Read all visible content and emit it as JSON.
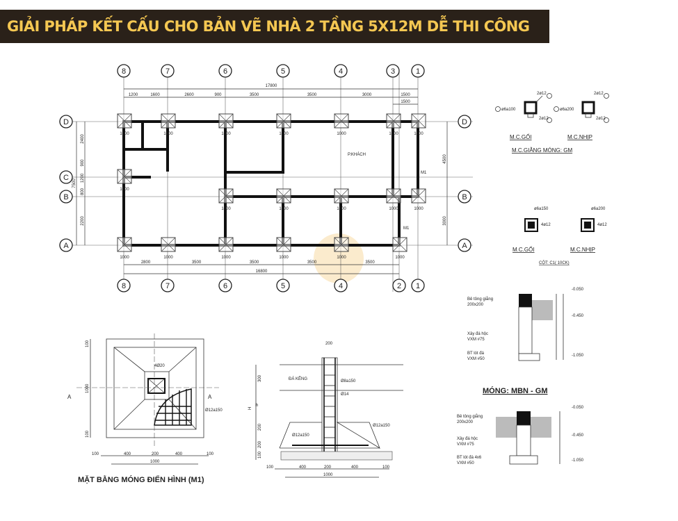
{
  "title": "GIẢI PHÁP KẾT CẤU CHO BẢN VẼ NHÀ 2 TẦNG 5X12M DỄ THI CÔNG",
  "colors": {
    "banner_bg": "#2a2119",
    "banner_text": "#f4c752",
    "watermark": "#f0b64a"
  },
  "plan": {
    "grid_top": [
      "8",
      "7",
      "6",
      "5",
      "4",
      "3",
      "1"
    ],
    "grid_bottom": [
      "8",
      "7",
      "6",
      "5",
      "4",
      "2",
      "1"
    ],
    "rows_left": [
      "D",
      "C",
      "B",
      "A"
    ],
    "rows_right": [
      "D",
      "B",
      "A"
    ],
    "dim_top_total": "17800",
    "dims_top": [
      "1200",
      "1600",
      "2600",
      "900",
      "3500",
      "3500",
      "3000",
      "1500"
    ],
    "dim_top_extra": "1500",
    "dims_bottom": [
      "2800",
      "3500",
      "3500",
      "3500",
      "3500"
    ],
    "dim_bottom_total": "16800",
    "dims_left": [
      "2400",
      "900",
      "1200",
      "800",
      "2200"
    ],
    "dim_left_total": "7500",
    "dims_right": [
      "4500",
      "3000"
    ],
    "room_label": "P.KHÁCH",
    "door_label": "M1",
    "footing_size": "1000"
  },
  "beam_section": {
    "top_bar": "2ø12",
    "bottom_bar": "2ø12",
    "stirrup_support": "ø6a100",
    "stirrup_span": "ø6a200",
    "support_title": "M.C.GỐI",
    "span_title": "M.C.NHỊP",
    "title": "M.C.GIẰNG MÓNG: GM"
  },
  "column_section": {
    "stirrup_support": "ø6a150",
    "stirrup_span": "ø6a200",
    "main_bar": "4ø12",
    "support_title": "M.C.GỐI",
    "span_title": "M.C.NHỊP",
    "title": "CỘT: C1( 10CK)"
  },
  "strip_footing": {
    "beam_label": "Bê tông giằng",
    "beam_size": "200x200",
    "masonry_label": "Xây đá hộc",
    "masonry_mortar": "VXM #75",
    "lean_label": "BT lót đá",
    "lean_label_2": "BT lót đá 4x6",
    "lean_mortar": "VXM #50",
    "elevations": [
      "-0.050",
      "-0.450",
      "-1.050"
    ],
    "title": "MÓNG: MBN - GM"
  },
  "footing_plan": {
    "column_bar": "4Ø20",
    "mesh": "Ø12a150",
    "section_mark": "A",
    "side_dim": "1000",
    "edge_dim": "100",
    "dims": [
      "100",
      "400",
      "200",
      "400",
      "100"
    ],
    "total": "1000",
    "title": "MẶT BẰNG MÓNG ĐIỂN HÌNH (M1)"
  },
  "footing_section": {
    "column_width": "200",
    "fill_label": "ĐÁ KÊNG",
    "stirrup": "Ø8a150",
    "bar": "Ø14",
    "mesh_left": "Ø12a150",
    "mesh_right": "Ø12a150",
    "heights": [
      "300",
      "200",
      "200",
      "100"
    ],
    "h_label": "H",
    "h_small": "h",
    "dims": [
      "100",
      "400",
      "200",
      "400",
      "100"
    ],
    "total": "1000"
  }
}
